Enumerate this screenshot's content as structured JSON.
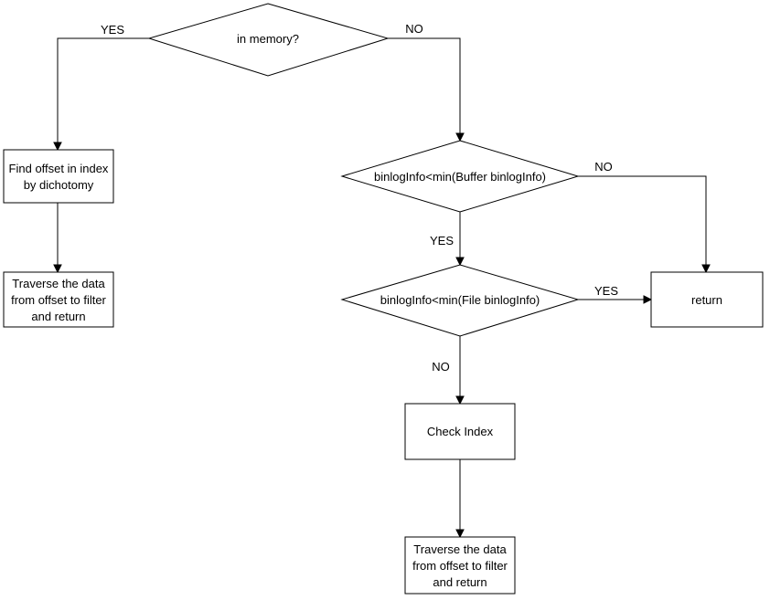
{
  "nodes": {
    "in_memory": "in memory?",
    "find_offset": [
      "Find offset in index",
      "by dichotomy"
    ],
    "traverse_left": [
      "Traverse the data",
      "from offset to filter",
      "and return"
    ],
    "buffer_check": "binlogInfo<min(Buffer binlogInfo)",
    "file_check": "binlogInfo<min(File binlogInfo)",
    "return": "return",
    "check_index": "Check Index",
    "traverse_bottom": [
      "Traverse the data",
      "from offset to filter",
      "and return"
    ]
  },
  "edges": {
    "memory_yes": "YES",
    "memory_no": "NO",
    "buffer_no": "NO",
    "buffer_yes": "YES",
    "file_yes": "YES",
    "file_no": "NO"
  }
}
